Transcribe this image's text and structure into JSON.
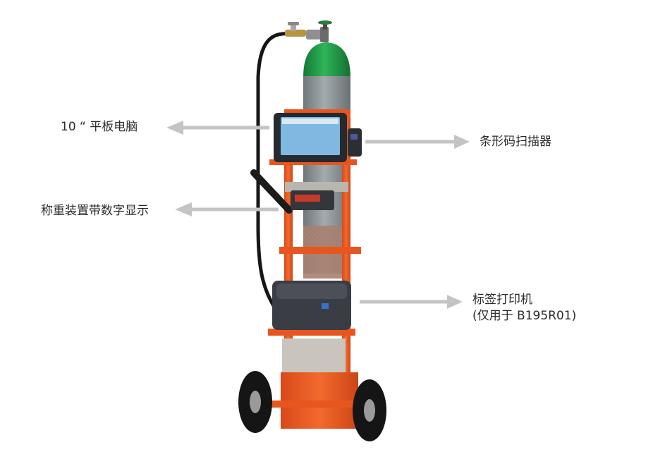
{
  "callouts": {
    "tablet": "10 “ 平板电脑",
    "display": "称重装置带数字显示",
    "scanner": "条形码扫描器",
    "printer_line1": "标签打印机",
    "printer_line2": "(仅用于 B195R01)"
  },
  "colors": {
    "frame": "#e8561f",
    "cylinder_top": "#1f9a45",
    "cylinder_body": "#8c9396",
    "arrow": "#c4c4c4",
    "device": "#3a3d44"
  }
}
